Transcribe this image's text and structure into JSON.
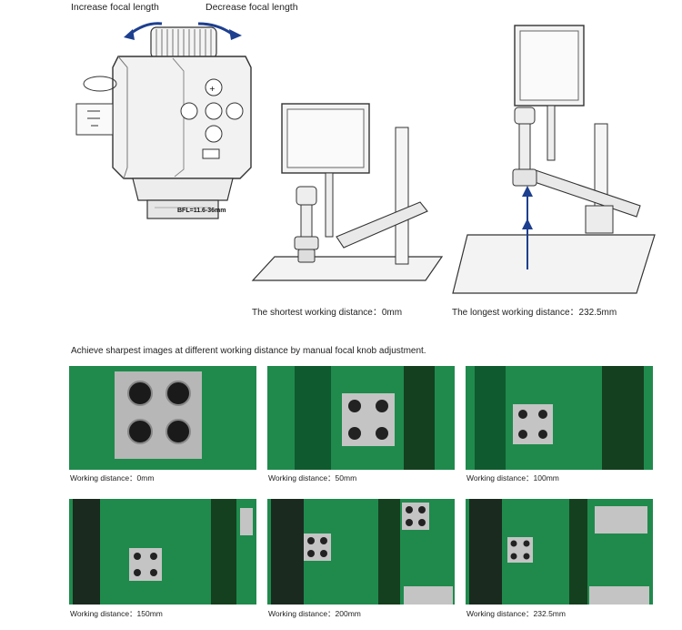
{
  "labels": {
    "increase": "Increase focal length",
    "decrease": "Decrease focal length",
    "bfl": "BFL=11.6-36mm",
    "shortest": "The shortest working distance：0mm",
    "longest": "The longest working distance：232.5mm",
    "heading": "Achieve sharpest images at different working distance by manual focal knob adjustment."
  },
  "photos": [
    {
      "caption": "Working distance：0mm"
    },
    {
      "caption": "Working distance：50mm"
    },
    {
      "caption": "Working distance：100mm"
    },
    {
      "caption": "Working distance：150mm"
    },
    {
      "caption": "Working distance：200mm"
    },
    {
      "caption": "Working distance：232.5mm"
    }
  ],
  "colors": {
    "pcb_green": "#1f8a4c",
    "pcb_dark": "#0f5a2e",
    "arrow_blue": "#1d3f8f"
  }
}
